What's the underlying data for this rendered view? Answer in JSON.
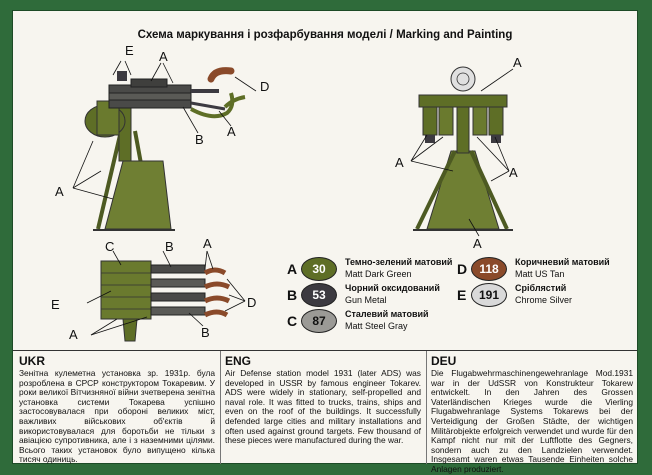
{
  "title": "Схема маркування і розфарбування моделі / Marking and Painting",
  "callouts": {
    "A": "A",
    "B": "B",
    "C": "C",
    "D": "D",
    "E": "E"
  },
  "legend": [
    {
      "letter": "A",
      "code": "30",
      "ua": "Темно-зелений матовий",
      "en": "Matt Dark Green",
      "color": "#5e6e26",
      "text_color": "#ffffff"
    },
    {
      "letter": "B",
      "code": "53",
      "ua": "Чорний оксидований",
      "en": "Gun Metal",
      "color": "#3c3a40",
      "text_color": "#ffffff"
    },
    {
      "letter": "C",
      "code": "87",
      "ua": "Сталевий матовий",
      "en": "Matt Steel Gray",
      "color": "#9b9a96",
      "text_color": "#111111"
    },
    {
      "letter": "D",
      "code": "118",
      "ua": "Коричневий матовий",
      "en": "Matt US Tan",
      "color": "#8a4a2a",
      "text_color": "#ffffff"
    },
    {
      "letter": "E",
      "code": "191",
      "ua": "Сріблястий",
      "en": "Chrome Silver",
      "color": "#d9d9d9",
      "text_color": "#111111"
    }
  ],
  "texts": {
    "ukr": {
      "heading": "UKR",
      "body": "Зенітна кулеметна установка зр. 1931р. була розроблена в СРСР конструктором Токаревим. У роки великої Вітчизняної війни зчетверена зенітна установка системи Токарева успішно застосовувалася при обороні великих міст, важливих військових об'єктів й використовувалася для боротьби не тільки з авіацією супротивника, але і з наземними цілями. Всього таких установок було випущено кілька тисяч одиниць."
    },
    "eng": {
      "heading": "ENG",
      "body": "Air Defense station model 1931 (later ADS) was developed in USSR by famous engineer Tokarev. ADS were widely in stationary, self-propelled and naval role. It was fitted to trucks, trains, ships and even on the roof of the buildings. It successfully defended large cities and military installations and often used against ground targets. Few thousand of these pieces were manufactured during the war."
    },
    "deu": {
      "heading": "DEU",
      "body": "Die Flugabwehrmaschinengewehranlage Mod.1931 war in der UdSSR von Konstrukteur Tokarew entwickelt. In den Jahren des Grossen Vaterländischen Krieges wurde die Vierling Flugabwehranlage Systems Tokarews bei der Verteidigung der Großen Städte, der wichtigen Militärobjekte erfolgreich verwendet und wurde für den Kampf nicht nur mit der Luftflotte des Gegners, sondern auch zu den Landzielen verwendet. Insgesamt waren etwas Tausende Einheiten solche Anlagen produziert."
    }
  }
}
